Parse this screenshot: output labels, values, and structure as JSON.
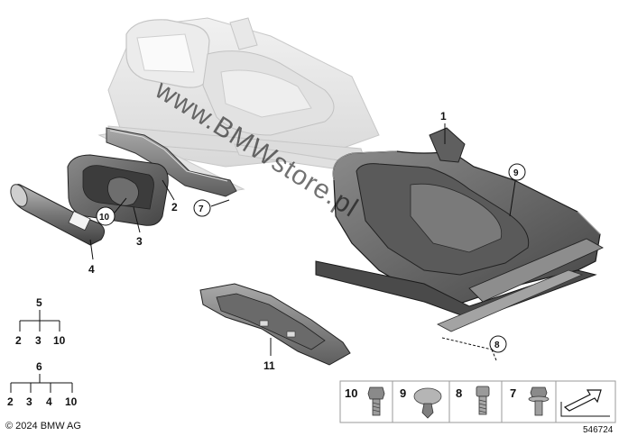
{
  "callouts": {
    "c1": "1",
    "c2": "2",
    "c3": "3",
    "c4": "4",
    "c7": "7",
    "c8": "8",
    "c9": "9",
    "c10": "10",
    "c11": "11"
  },
  "tree5": {
    "root": "5",
    "children": [
      "2",
      "3",
      "10"
    ]
  },
  "tree6": {
    "root": "6",
    "children": [
      "2",
      "3",
      "4",
      "10"
    ]
  },
  "fastener_strip": [
    {
      "label": "10",
      "icon": "hex-bolt-icon"
    },
    {
      "label": "9",
      "icon": "expanding-rivet-icon"
    },
    {
      "label": "8",
      "icon": "socket-head-screw-icon"
    },
    {
      "label": "7",
      "icon": "flange-bolt-icon"
    }
  ],
  "watermark": "www.BMWstore.pl",
  "copyright": "© 2024 BMW AG",
  "diagram_number": "546724",
  "colors": {
    "line": "#111111",
    "part_fill": "#6b6b6b",
    "ghost_fill": "#e6e6e6",
    "strip_border": "#9a9a9a"
  }
}
